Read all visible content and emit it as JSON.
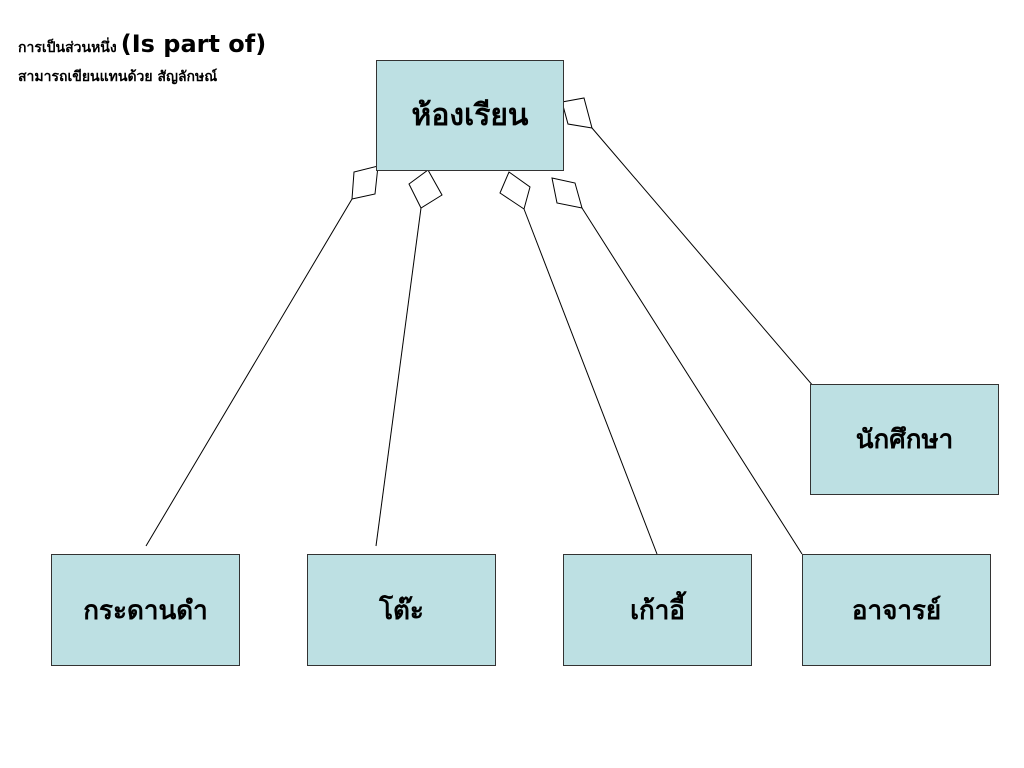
{
  "heading": {
    "thai_prefix": "การเป็นส่วนหนึ่ง",
    "english_term": "(Is part of)",
    "subtitle": "สามารถเขียนแทนด้วย สัญลักษณ์"
  },
  "diagram": {
    "whole": {
      "label": "ห้องเรียน"
    },
    "parts": [
      {
        "label": "นักศึกษา"
      },
      {
        "label": "กระดานดำ"
      },
      {
        "label": "โต๊ะ"
      },
      {
        "label": "เก้าอี้"
      },
      {
        "label": "อาจารย์"
      }
    ],
    "relationship": "aggregation",
    "colors": {
      "box_fill": "#bde0e3",
      "box_border": "#333333",
      "line": "#000000",
      "diamond_fill": "#ffffff"
    }
  }
}
